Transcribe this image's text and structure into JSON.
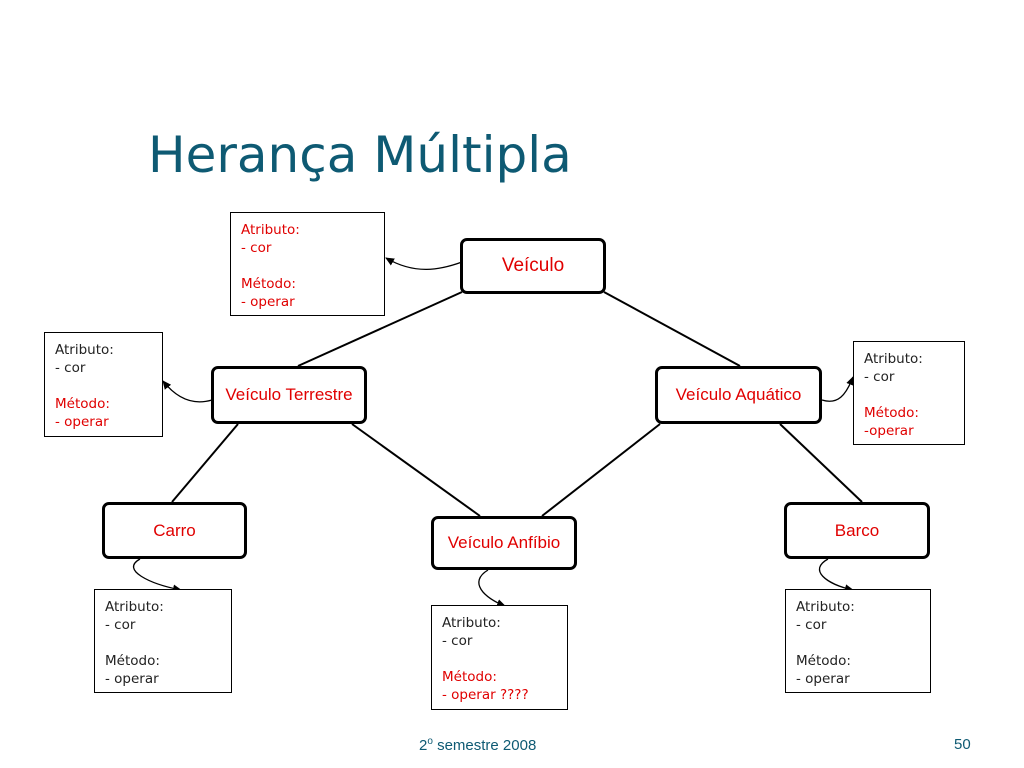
{
  "title": "Herança Múltipla",
  "nodes": {
    "veiculo": "Veículo",
    "terrestre": "Veículo Terrestre",
    "aquatico": "Veículo Aquático",
    "carro": "Carro",
    "anfibio": "Veículo Anfíbio",
    "barco": "Barco"
  },
  "cards": {
    "veiculo": {
      "attr_label": "Atributo:",
      "attr": "- cor",
      "method_label": "Método:",
      "method": "- operar"
    },
    "terrestre": {
      "attr_label": "Atributo:",
      "attr": "- cor",
      "method_label": "Método:",
      "method": "- operar"
    },
    "aquatico": {
      "attr_label": "Atributo:",
      "attr": "- cor",
      "method_label": "Método:",
      "method": "-operar"
    },
    "carro": {
      "attr_label": "Atributo:",
      "attr": "- cor",
      "method_label": "Método:",
      "method": "- operar"
    },
    "anfibio": {
      "attr_label": "Atributo:",
      "attr": "- cor",
      "method_label": "Método:",
      "method": "- operar ????"
    },
    "barco": {
      "attr_label": "Atributo:",
      "attr": "- cor",
      "method_label": "Método:",
      "method": "- operar"
    }
  },
  "footer": {
    "semester_num": "2",
    "semester_sup": "o",
    "semester_text": " semestre 2008",
    "page_number": "50"
  },
  "colors": {
    "title": "#0e5a73",
    "node_text": "#e00000",
    "emphasis_text": "#e00000",
    "plain_text": "#222222",
    "footer": "#0e5a73"
  }
}
